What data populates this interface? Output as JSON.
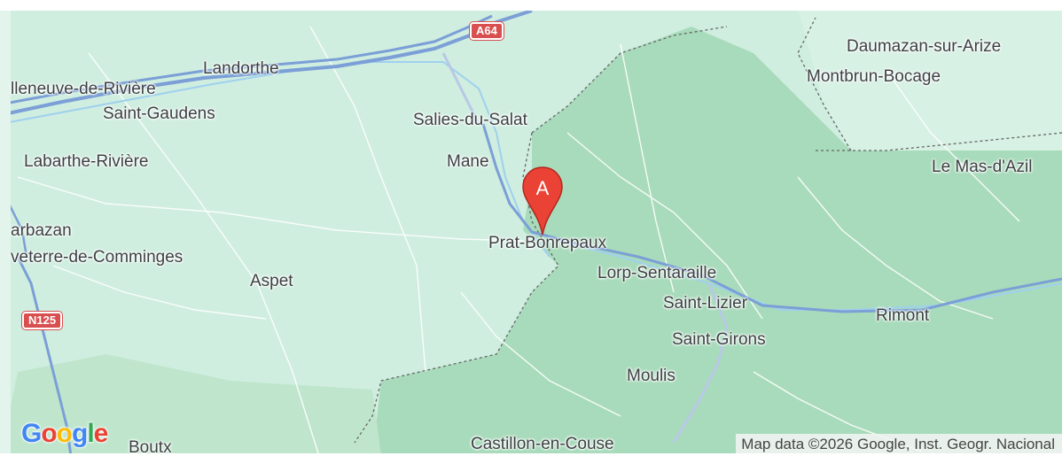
{
  "map": {
    "colors": {
      "lowland": "#cfeee0",
      "forest": "#a8dbbb",
      "road": "#7b9fd6",
      "road_light": "#b8c8e6",
      "border": "#666666",
      "marker": "#ea4335",
      "shield": "#d94f4f"
    },
    "places": {
      "daumazan": "Daumazan-sur-Arize",
      "montbrun": "Montbrun-Bocage",
      "landorthe": "Landorthe",
      "villeneuve": "lleneuve-de-Rivière",
      "saint_gaudens": "Saint-Gaudens",
      "salies": "Salies-du-Salat",
      "labarthe": "Labarthe-Rivière",
      "mane": "Mane",
      "mas_dazil": "Le Mas-d'Azil",
      "barbazan": "arbazan",
      "valentine": "veterre-de-Comminges",
      "prat": "Prat-Bonrepaux",
      "aspet": "Aspet",
      "lorp": "Lorp-Sentaraille",
      "saint_lizier": "Saint-Lizier",
      "rimont": "Rimont",
      "saint_girons": "Saint-Girons",
      "moulis": "Moulis",
      "castillon": "Castillon-en-Couse",
      "boutx": "Boutx"
    },
    "roads": {
      "a64": "A64",
      "n125": "N125"
    },
    "marker": {
      "label": "A",
      "icon": "map-pin-icon"
    },
    "logo": {
      "text": "Google",
      "letters": [
        "G",
        "o",
        "o",
        "g",
        "l",
        "e"
      ],
      "letter_colors": [
        "#4285f4",
        "#ea4335",
        "#fbbc05",
        "#4285f4",
        "#34a853",
        "#ea4335"
      ]
    },
    "attribution": "Map data ©2026 Google, Inst. Geogr. Nacional"
  }
}
